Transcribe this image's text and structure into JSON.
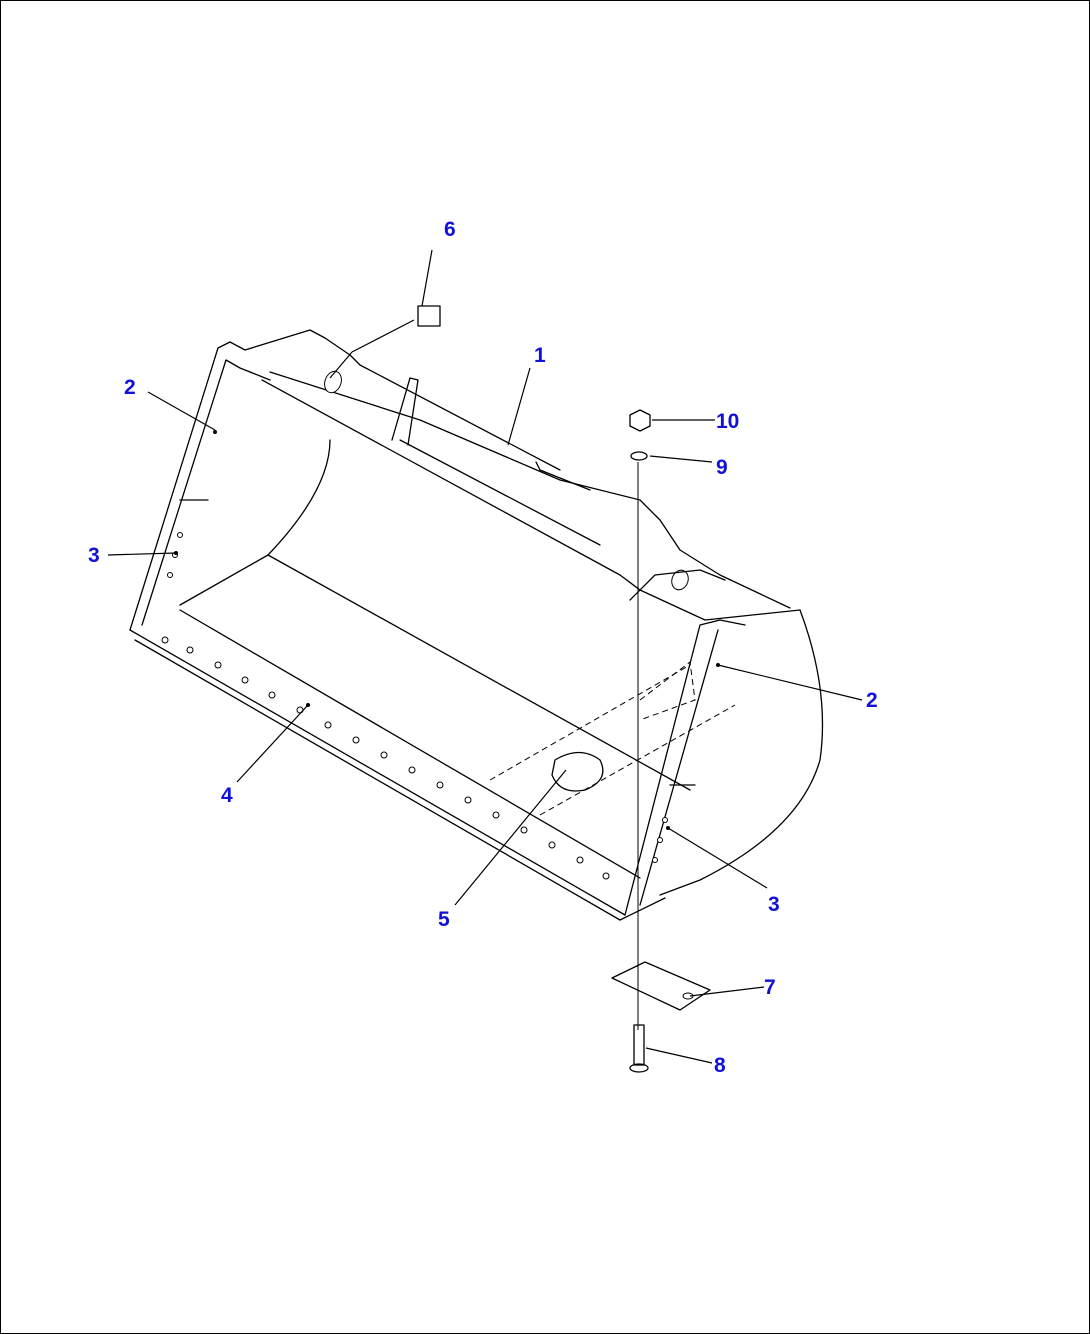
{
  "diagram": {
    "callouts": [
      {
        "id": "c6",
        "label": "6"
      },
      {
        "id": "c1",
        "label": "1"
      },
      {
        "id": "c2a",
        "label": "2"
      },
      {
        "id": "c10",
        "label": "10"
      },
      {
        "id": "c9",
        "label": "9"
      },
      {
        "id": "c3a",
        "label": "3"
      },
      {
        "id": "c2b",
        "label": "2"
      },
      {
        "id": "c4",
        "label": "4"
      },
      {
        "id": "c5",
        "label": "5"
      },
      {
        "id": "c3b",
        "label": "3"
      },
      {
        "id": "c7",
        "label": "7"
      },
      {
        "id": "c8",
        "label": "8"
      }
    ],
    "colors": {
      "callout_text": "#1010d8",
      "line": "#000000",
      "background": "#ffffff"
    }
  }
}
